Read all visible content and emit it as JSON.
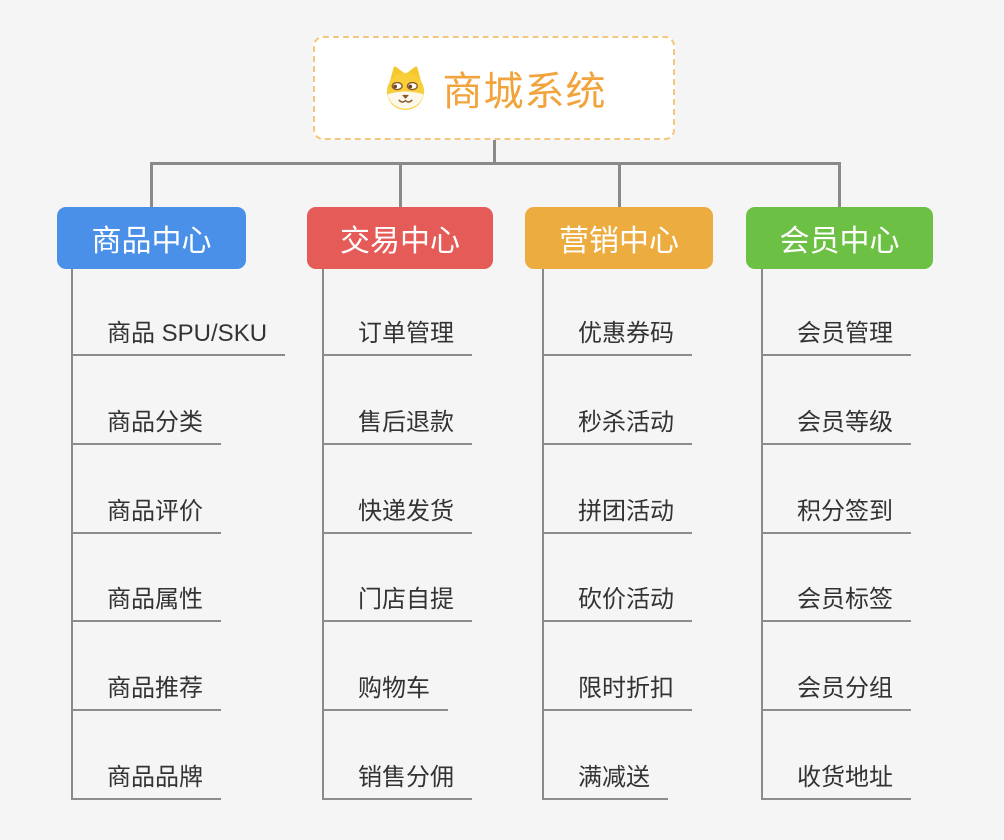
{
  "root": {
    "title": "商城系统",
    "icon": "dog-face-icon"
  },
  "branches": [
    {
      "label": "商品中心",
      "color": "#4A90E8",
      "children": [
        "商品 SPU/SKU",
        "商品分类",
        "商品评价",
        "商品属性",
        "商品推荐",
        "商品品牌"
      ]
    },
    {
      "label": "交易中心",
      "color": "#E45B57",
      "children": [
        "订单管理",
        "售后退款",
        "快递发货",
        "门店自提",
        "购物车",
        "销售分佣"
      ]
    },
    {
      "label": "营销中心",
      "color": "#EDAC3F",
      "children": [
        "优惠券码",
        "秒杀活动",
        "拼团活动",
        "砍价活动",
        "限时折扣",
        "满减送"
      ]
    },
    {
      "label": "会员中心",
      "color": "#6CC044",
      "children": [
        "会员管理",
        "会员等级",
        "积分签到",
        "会员标签",
        "会员分组",
        "收货地址"
      ]
    }
  ],
  "colors": {
    "background": "#F5F5F6",
    "connector": "#8A8A8A",
    "leaf_underline": "#8C8C8C",
    "leaf_text": "#333333",
    "root_border": "#F3C77D",
    "root_title": "#F1A33C"
  }
}
